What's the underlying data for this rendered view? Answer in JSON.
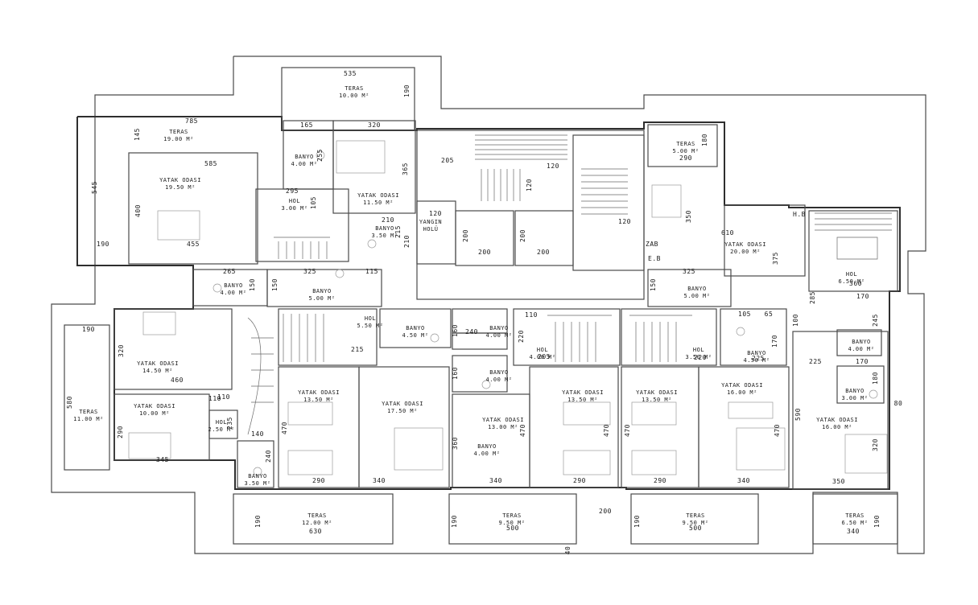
{
  "rooms": [
    {
      "name": "TERAS",
      "area": "10.00 M²"
    },
    {
      "name": "TERAS",
      "area": "19.00 M²"
    },
    {
      "name": "BANYO",
      "area": "4.00 M²"
    },
    {
      "name": "YATAK ODASI",
      "area": "19.50 M²"
    },
    {
      "name": "HOL",
      "area": "3.00 M²"
    },
    {
      "name": "YATAK ODASI",
      "area": "11.50 M²"
    },
    {
      "name": "BANYO",
      "area": "3.50 M²"
    },
    {
      "name": "YANGIN",
      "area": "HOLÜ"
    },
    {
      "name": "TERAS",
      "area": "5.00 M²"
    },
    {
      "name": "YATAK ODASI",
      "area": "20.00 M²"
    },
    {
      "name": "HOL",
      "area": "6.50 M²"
    },
    {
      "name": "BANYO",
      "area": "4.00 M²"
    },
    {
      "name": "BANYO",
      "area": "5.00 M²"
    },
    {
      "name": "BANYO",
      "area": "5.00 M²"
    },
    {
      "name": "HOL",
      "area": "5.50 M²"
    },
    {
      "name": "BANYO",
      "area": "4.50 M²"
    },
    {
      "name": "BANYO",
      "area": "4.00 M²"
    },
    {
      "name": "HOL",
      "area": "4.00 M²"
    },
    {
      "name": "BANYO",
      "area": "4.00 M²"
    },
    {
      "name": "HOL",
      "area": "3.50 M²"
    },
    {
      "name": "BANYO",
      "area": "4.50 M²"
    },
    {
      "name": "BANYO",
      "area": "4.00 M²"
    },
    {
      "name": "BANYO",
      "area": "3.00 M²"
    },
    {
      "name": "YATAK ODASI",
      "area": "14.50 M²"
    },
    {
      "name": "YATAK ODASI",
      "area": "10.00 M²"
    },
    {
      "name": "HOL",
      "area": "2.50 M²"
    },
    {
      "name": "TERAS",
      "area": "11.00 M²"
    },
    {
      "name": "BANYO",
      "area": "3.50 M²"
    },
    {
      "name": "YATAK ODASI",
      "area": "13.50 M²"
    },
    {
      "name": "YATAK ODASI",
      "area": "17.50 M²"
    },
    {
      "name": "YATAK ODASI",
      "area": "13.00 M²"
    },
    {
      "name": "BANYO",
      "area": "4.00 M²"
    },
    {
      "name": "YATAK ODASI",
      "area": "13.50 M²"
    },
    {
      "name": "YATAK ODASI",
      "area": "13.50 M²"
    },
    {
      "name": "YATAK ODASI",
      "area": "16.00 M²"
    },
    {
      "name": "YATAK ODASI",
      "area": "16.00 M²"
    },
    {
      "name": "TERAS",
      "area": "12.00 M²"
    },
    {
      "name": "TERAS",
      "area": "9.50 M²"
    },
    {
      "name": "TERAS",
      "area": "9.50 M²"
    },
    {
      "name": "TERAS",
      "area": "6.50 M²"
    }
  ],
  "dimensions": [
    "535",
    "190",
    "785",
    "145",
    "165",
    "320",
    "255",
    "585",
    "365",
    "545",
    "400",
    "295",
    "105",
    "455",
    "190",
    "210",
    "215",
    "210",
    "205",
    "120",
    "120",
    "120",
    "200",
    "200",
    "200",
    "200",
    "120",
    "180",
    "290",
    "610",
    "350",
    "375",
    "H.B",
    "ZAB",
    "E.B",
    "265",
    "150",
    "325",
    "115",
    "150",
    "325",
    "150",
    "360",
    "285",
    "170",
    "190",
    "320",
    "460",
    "110",
    "110",
    "240",
    "220",
    "245",
    "105",
    "65",
    "100",
    "170",
    "215",
    "160",
    "205",
    "220",
    "225",
    "225",
    "170",
    "580",
    "290",
    "345",
    "110",
    "235",
    "140",
    "240",
    "470",
    "160",
    "470",
    "470",
    "360",
    "470",
    "470",
    "180",
    "590",
    "320",
    "80",
    "290",
    "340",
    "340",
    "290",
    "290",
    "340",
    "350",
    "190",
    "630",
    "190",
    "500",
    "200",
    "190",
    "500",
    "190",
    "340",
    "40"
  ]
}
